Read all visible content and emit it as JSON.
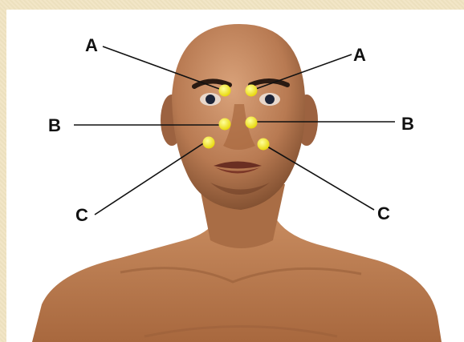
{
  "labels": {
    "top_left": "A",
    "top_right": "A",
    "mid_left": "B",
    "mid_right": "B",
    "low_left": "C",
    "low_right": "C"
  },
  "colors": {
    "background_frame": "#f1e4c2",
    "panel": "#ffffff",
    "skin": "#b87a52",
    "point": "#f2ea2a",
    "leader_line": "#111111"
  }
}
